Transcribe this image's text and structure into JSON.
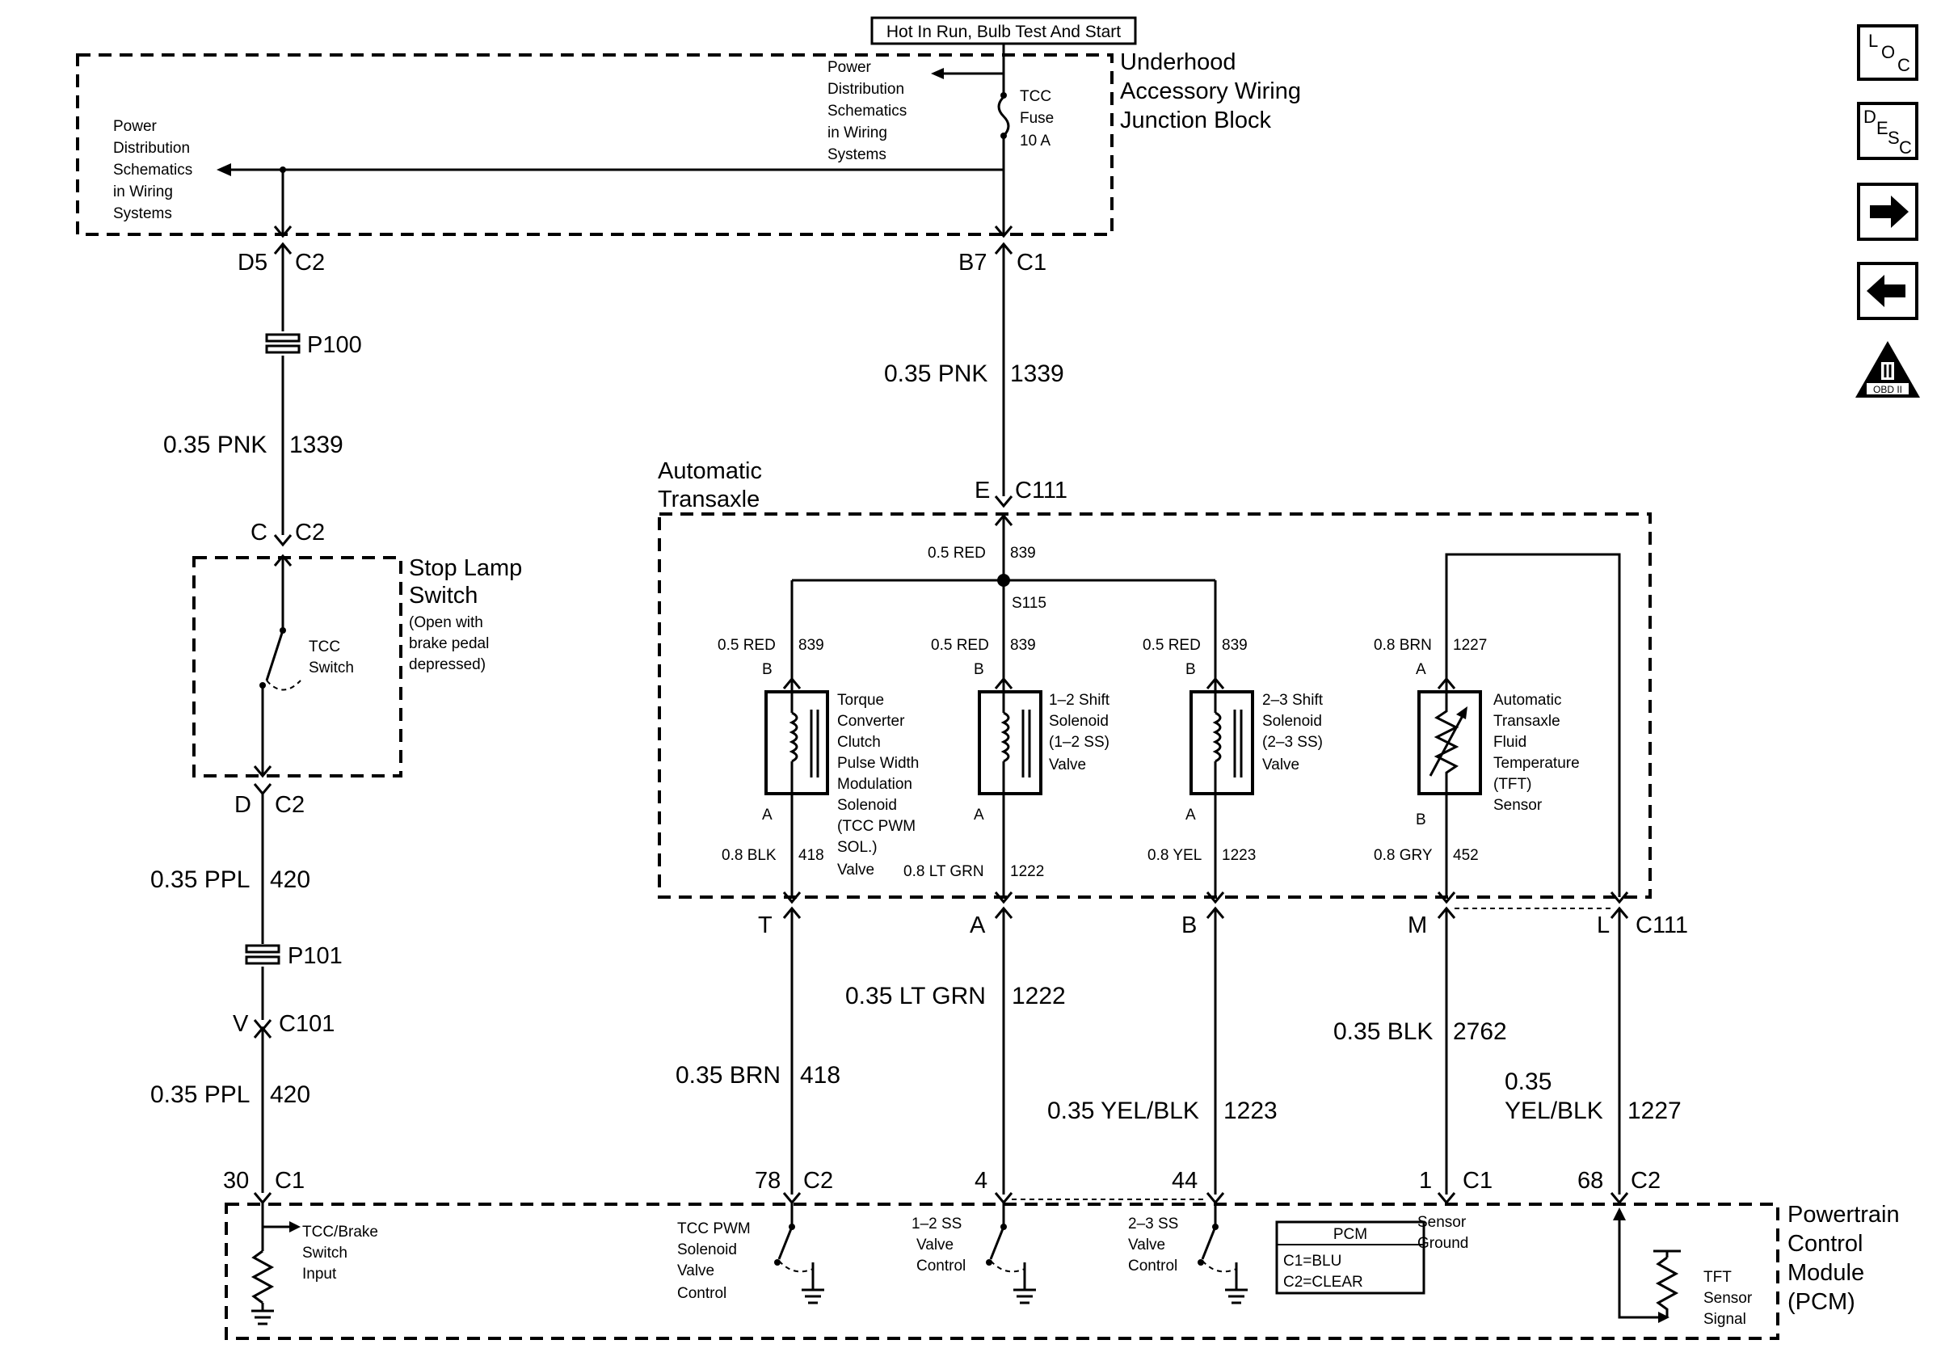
{
  "top_label": "Hot In Run, Bulb Test And Start",
  "junction_block": {
    "line1": "Underhood",
    "line2": "Accessory Wiring",
    "line3": "Junction Block"
  },
  "power_dist_left": [
    "Power",
    "Distribution",
    "Schematics",
    "in Wiring",
    "Systems"
  ],
  "power_dist_top": [
    "Power",
    "Distribution",
    "Schematics",
    "in Wiring",
    "Systems"
  ],
  "fuse": [
    "TCC",
    "Fuse",
    "10 A"
  ],
  "conn": {
    "d5": "D5",
    "c2a": "C2",
    "b7": "B7",
    "c1a": "C1",
    "p100": "P100",
    "c": "C",
    "c2b": "C2",
    "d": "D",
    "c2c": "C2",
    "p101": "P101",
    "v": "V",
    "c101": "C101",
    "n30": "30",
    "c1b": "C1",
    "e": "E",
    "c111a": "C111",
    "t": "T",
    "a": "A",
    "b": "B",
    "m": "M",
    "l": "L",
    "c111b": "C111",
    "n78": "78",
    "c2d": "C2",
    "n4": "4",
    "n44": "44",
    "n1": "1",
    "c1c": "C1",
    "n68": "68",
    "c2e": "C2"
  },
  "wires": {
    "left1_size": "0.35 PNK",
    "left1_num": "1339",
    "left2_size": "0.35 PPL",
    "left2_num": "420",
    "left3_size": "0.35 PPL",
    "left3_num": "420",
    "mid_size": "0.35 PNK",
    "mid_num": "1339",
    "brn_size": "0.35 BRN",
    "brn_num": "418",
    "ltgrn_size": "0.35 LT GRN",
    "ltgrn_num": "1222",
    "yelblk_size": "0.35 YEL/BLK",
    "yelblk_num": "1223",
    "blk_size": "0.35 BLK",
    "blk_num": "2762",
    "yb2_size1": "0.35",
    "yb2_size2": "YEL/BLK",
    "yb2_num": "1227"
  },
  "stop_lamp": {
    "title1": "Stop Lamp",
    "title2": "Switch",
    "note1": "(Open with",
    "note2": "brake pedal",
    "note3": "depressed)",
    "sw1": "TCC",
    "sw2": "Switch"
  },
  "transaxle": {
    "title1": "Automatic",
    "title2": "Transaxle",
    "s115": "S115",
    "trunk_size": "0.5 RED",
    "trunk_num": "839"
  },
  "solenoids": {
    "tcc": {
      "top_size": "0.5 RED",
      "top_num": "839",
      "pin_top": "B",
      "pin_bot": "A",
      "bot_size": "0.8 BLK",
      "bot_num": "418",
      "desc": [
        "Torque",
        "Converter",
        "Clutch",
        "Pulse Width",
        "Modulation",
        "Solenoid",
        "(TCC PWM",
        "SOL.)",
        "Valve"
      ]
    },
    "ss12": {
      "top_size": "0.5 RED",
      "top_num": "839",
      "pin_top": "B",
      "pin_bot": "A",
      "bot_size": "0.8 LT GRN",
      "bot_num": "1222",
      "desc": [
        "1–2 Shift",
        "Solenoid",
        "(1–2 SS)",
        "Valve"
      ]
    },
    "ss23": {
      "top_size": "0.5 RED",
      "top_num": "839",
      "pin_top": "B",
      "pin_bot": "A",
      "bot_size": "0.8 YEL",
      "bot_num": "1223",
      "desc": [
        "2–3 Shift",
        "Solenoid",
        "(2–3 SS)",
        "Valve"
      ]
    },
    "tft": {
      "top_size": "0.8 BRN",
      "top_num": "1227",
      "pin_top": "A",
      "pin_bot": "B",
      "bot_size": "0.8 GRY",
      "bot_num": "452",
      "desc": [
        "Automatic",
        "Transaxle",
        "Fluid",
        "Temperature",
        "(TFT)",
        "Sensor"
      ]
    }
  },
  "pcm": {
    "title": [
      "Powertrain",
      "Control",
      "Module",
      "(PCM)"
    ],
    "brake_input": [
      "TCC/Brake",
      "Switch",
      "Input"
    ],
    "tcc_pwm": [
      "TCC PWM",
      "Solenoid",
      "Valve",
      "Control"
    ],
    "ss12": [
      "1–2 SS",
      "Valve",
      "Control"
    ],
    "ss23": [
      "2–3 SS",
      "Valve",
      "Control"
    ],
    "sensor_ground": [
      "Sensor",
      "Ground"
    ],
    "tft_signal": [
      "TFT",
      "Sensor",
      "Signal"
    ],
    "legend": {
      "title": "PCM",
      "c1": "C1=BLU",
      "c2": "C2=CLEAR"
    }
  },
  "nav_icons": [
    {
      "name": "loc-icon",
      "text": "LOC"
    },
    {
      "name": "desc-icon",
      "text": "DESC"
    },
    {
      "name": "next-arrow-icon"
    },
    {
      "name": "prev-arrow-icon"
    },
    {
      "name": "obd2-icon",
      "text": "OBD II"
    }
  ],
  "obd_label": "OBD II"
}
